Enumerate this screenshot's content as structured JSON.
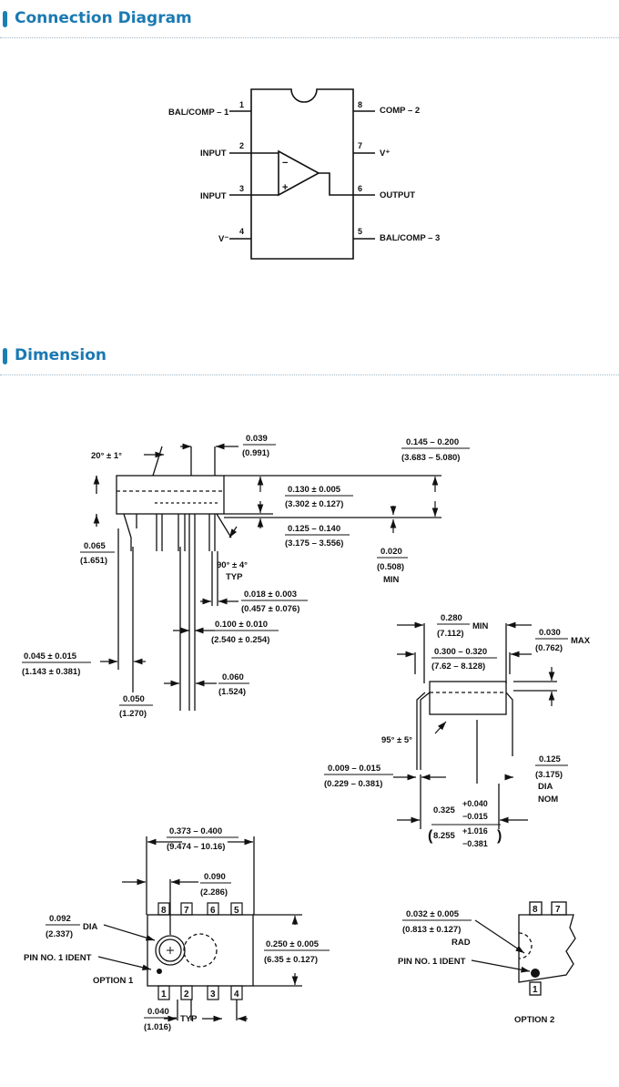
{
  "sections": {
    "connection": "Connection Diagram",
    "dimension": "Dimension"
  },
  "connection": {
    "pin_numbers": [
      "1",
      "2",
      "3",
      "4",
      "5",
      "6",
      "7",
      "8"
    ],
    "pin_labels": {
      "p1": "BAL/COMP – 1",
      "p2": "INPUT",
      "p3": "INPUT",
      "p4": "V⁻",
      "p5": "BAL/COMP – 3",
      "p6": "OUTPUT",
      "p7": "V⁺",
      "p8": "COMP – 2"
    },
    "minus_sign": "−",
    "plus_sign": "+"
  },
  "side_view": {
    "angle": "20° ± 1°",
    "d0039": "0.039",
    "d0039_mm": "(0.991)",
    "d0145": "0.145 – 0.200",
    "d0145_mm": "(3.683 – 5.080)",
    "d0130": "0.130 ± 0.005",
    "d0130_mm": "(3.302 ± 0.127)",
    "d0125": "0.125 – 0.140",
    "d0125_mm": "(3.175 – 3.556)",
    "d0065": "0.065",
    "d0065_mm": "(1.651)",
    "d0020": "0.020",
    "d0020_mm": "(0.508)",
    "d0020_min": "MIN",
    "angle90": "90° ± 4°",
    "angle90_typ": "TYP",
    "d0018": "0.018 ± 0.003",
    "d0018_mm": "(0.457 ± 0.076)",
    "d0100": "0.100 ± 0.010",
    "d0100_mm": "(2.540 ± 0.254)",
    "d0045": "0.045 ± 0.015",
    "d0045_mm": "(1.143 ± 0.381)",
    "d0060": "0.060",
    "d0060_mm": "(1.524)",
    "d0050": "0.050",
    "d0050_mm": "(1.270)"
  },
  "end_view": {
    "d0280": "0.280",
    "d0280_mm": "(7.112)",
    "d0280_min": "MIN",
    "d0030": "0.030",
    "d0030_mm": "(0.762)",
    "d0030_max": "MAX",
    "d0300": "0.300 – 0.320",
    "d0300_mm": "(7.62 – 8.128)",
    "angle95": "95° ± 5°",
    "d0009": "0.009 – 0.015",
    "d0009_mm": "(0.229 – 0.381)",
    "d0125": "0.125",
    "d0125_mm": "(3.175)",
    "d0125_dia": "DIA",
    "d0125_nom": "NOM",
    "d0325": "0.325",
    "d0325_plus": "+0.040",
    "d0325_minus": "−0.015",
    "d8255": "8.255",
    "d8255_plus": "+1.016",
    "d8255_minus": "−0.381"
  },
  "top_view": {
    "d0373": "0.373 – 0.400",
    "d0373_mm": "(9.474 – 10.16)",
    "d0090": "0.090",
    "d0090_mm": "(2.286)",
    "d0092": "0.092",
    "d0092_mm": "(2.337)",
    "d0092_dia": "DIA",
    "pin1_ident": "PIN NO. 1 IDENT",
    "option1": "OPTION 1",
    "d0250": "0.250 ± 0.005",
    "d0250_mm": "(6.35 ± 0.127)",
    "d0040": "0.040",
    "d0040_mm": "(1.016)",
    "d0040_typ": "TYP",
    "top_pins": [
      "8",
      "7",
      "6",
      "5"
    ],
    "bottom_pins": [
      "1",
      "2",
      "3",
      "4"
    ]
  },
  "option2": {
    "d0032": "0.032 ± 0.005",
    "d0032_mm": "(0.813 ± 0.127)",
    "rad": "RAD",
    "pin1_ident": "PIN NO. 1 IDENT",
    "option2": "OPTION 2",
    "pins_top": [
      "8",
      "7"
    ],
    "pin_bottom": "1"
  }
}
